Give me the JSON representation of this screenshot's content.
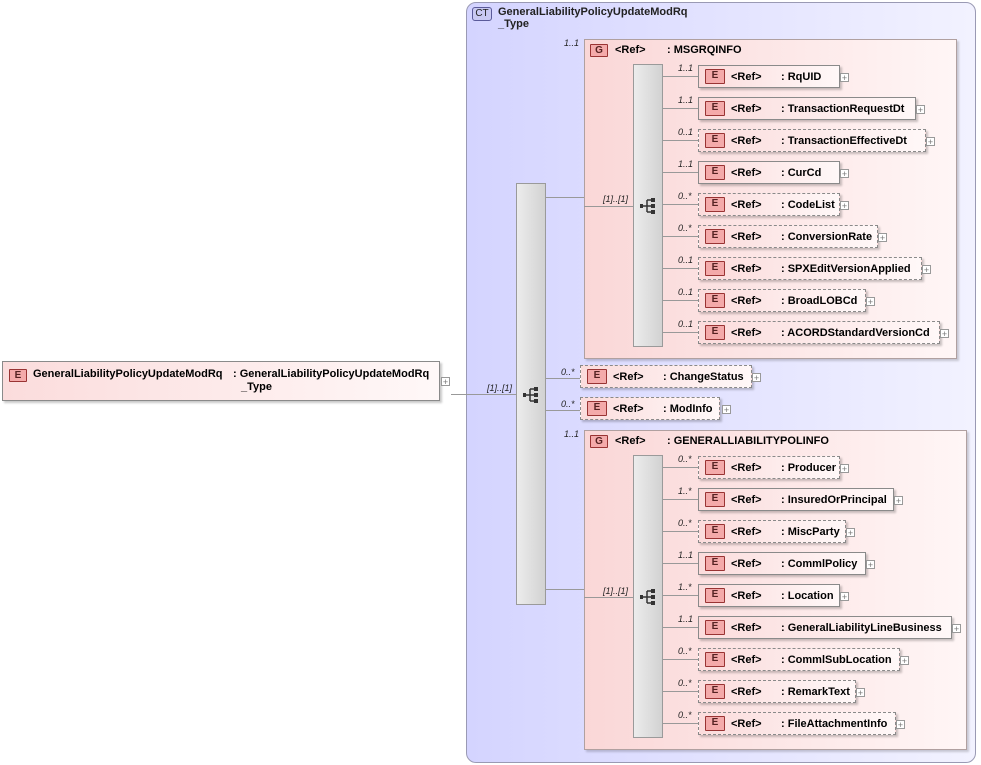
{
  "root": {
    "badge": "E",
    "name": "GeneralLiabilityPolicyUpdateModRq",
    "type_line1": ": GeneralLiabilityPolicyUpdateModRq",
    "type_line2": "_Type"
  },
  "complex_type": {
    "badge": "CT",
    "title_line1": "GeneralLiabilityPolicyUpdateModRq",
    "title_line2": "_Type"
  },
  "outer_sequence": {
    "cardinality": "[1]..[1]"
  },
  "ref_label": "<Ref>",
  "groups": [
    {
      "badge": "G",
      "cardinality": "1..1",
      "name": ": MSGRQINFO",
      "sequence_cardinality": "[1]..[1]",
      "elements": [
        {
          "name": ": RqUID",
          "card": "1..1",
          "optional": false
        },
        {
          "name": ": TransactionRequestDt",
          "card": "1..1",
          "optional": false
        },
        {
          "name": ": TransactionEffectiveDt",
          "card": "0..1",
          "optional": true
        },
        {
          "name": ": CurCd",
          "card": "1..1",
          "optional": false
        },
        {
          "name": ": CodeList",
          "card": "0..*",
          "optional": true
        },
        {
          "name": ": ConversionRate",
          "card": "0..*",
          "optional": true
        },
        {
          "name": ": SPXEditVersionApplied",
          "card": "0..1",
          "optional": true
        },
        {
          "name": ": BroadLOBCd",
          "card": "0..1",
          "optional": true
        },
        {
          "name": ": ACORDStandardVersionCd",
          "card": "0..1",
          "optional": true
        }
      ]
    },
    {
      "badge": "G",
      "cardinality": "1..1",
      "name": ": GENERALLIABILITYPOLINFO",
      "sequence_cardinality": "[1]..[1]",
      "elements": [
        {
          "name": ": Producer",
          "card": "0..*",
          "optional": true
        },
        {
          "name": ": InsuredOrPrincipal",
          "card": "1..*",
          "optional": false
        },
        {
          "name": ": MiscParty",
          "card": "0..*",
          "optional": true
        },
        {
          "name": ": CommlPolicy",
          "card": "1..1",
          "optional": false
        },
        {
          "name": ": Location",
          "card": "1..*",
          "optional": false
        },
        {
          "name": ": GeneralLiabilityLineBusiness",
          "card": "1..1",
          "optional": false
        },
        {
          "name": ": CommlSubLocation",
          "card": "0..*",
          "optional": true
        },
        {
          "name": ": RemarkText",
          "card": "0..*",
          "optional": true
        },
        {
          "name": ": FileAttachmentInfo",
          "card": "0..*",
          "optional": true
        }
      ]
    }
  ],
  "standalone": [
    {
      "name": ": ChangeStatus",
      "card": "0..*",
      "optional": true
    },
    {
      "name": ": ModInfo",
      "card": "0..*",
      "optional": true
    }
  ],
  "badge_element": "E",
  "expand_symbol": "+"
}
